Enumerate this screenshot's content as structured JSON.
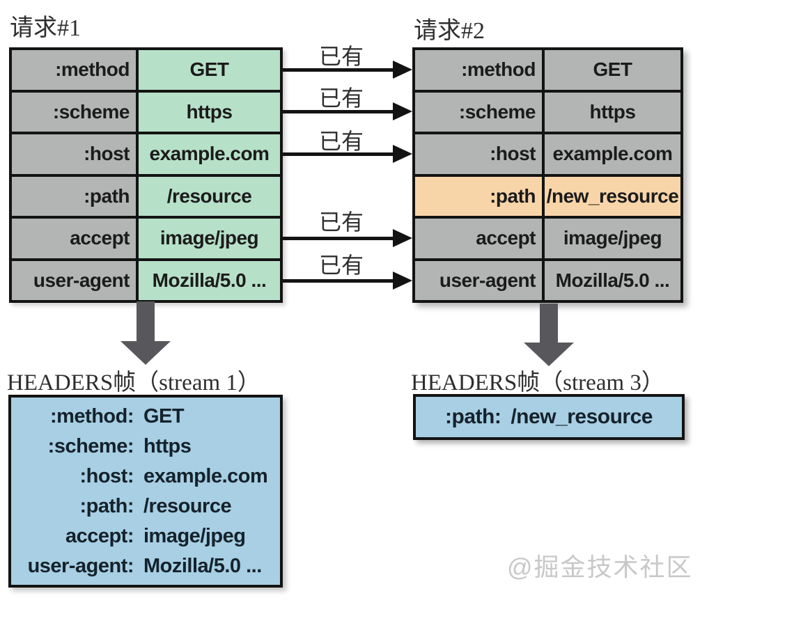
{
  "request1": {
    "title": "请求#1",
    "rows": [
      {
        "key": ":method",
        "value": "GET"
      },
      {
        "key": ":scheme",
        "value": "https"
      },
      {
        "key": ":host",
        "value": "example.com"
      },
      {
        "key": ":path",
        "value": "/resource"
      },
      {
        "key": "accept",
        "value": "image/jpeg"
      },
      {
        "key": "user-agent",
        "value": "Mozilla/5.0 ..."
      }
    ]
  },
  "request2": {
    "title": "请求#2",
    "highlighted_row": ":path",
    "rows": [
      {
        "key": ":method",
        "value": "GET"
      },
      {
        "key": ":scheme",
        "value": "https"
      },
      {
        "key": ":host",
        "value": "example.com"
      },
      {
        "key": ":path",
        "value": "/new_resource"
      },
      {
        "key": "accept",
        "value": "image/jpeg"
      },
      {
        "key": "user-agent",
        "value": "Mozilla/5.0 ..."
      }
    ]
  },
  "arrow_label": "已有",
  "frame1": {
    "title": "HEADERS帧（stream 1）",
    "rows": [
      {
        "key": ":method:",
        "value": "GET"
      },
      {
        "key": ":scheme:",
        "value": "https"
      },
      {
        "key": ":host:",
        "value": "example.com"
      },
      {
        "key": ":path:",
        "value": "/resource"
      },
      {
        "key": "accept:",
        "value": "image/jpeg"
      },
      {
        "key": "user-agent:",
        "value": "Mozilla/5.0 ..."
      }
    ]
  },
  "frame3": {
    "title": "HEADERS帧（stream 3）",
    "key": ":path:",
    "value": "/new_resource"
  },
  "watermark": "@掘金技术社区",
  "colors": {
    "key_cell_bg": "#b3b5b4",
    "req1_value_bg": "#b7e0c9",
    "highlight_bg": "#f8d5a8",
    "frame_bg": "#a8cfe3",
    "border": "#131313",
    "down_arrow": "#58585c",
    "watermark": "#c8c8c8"
  }
}
